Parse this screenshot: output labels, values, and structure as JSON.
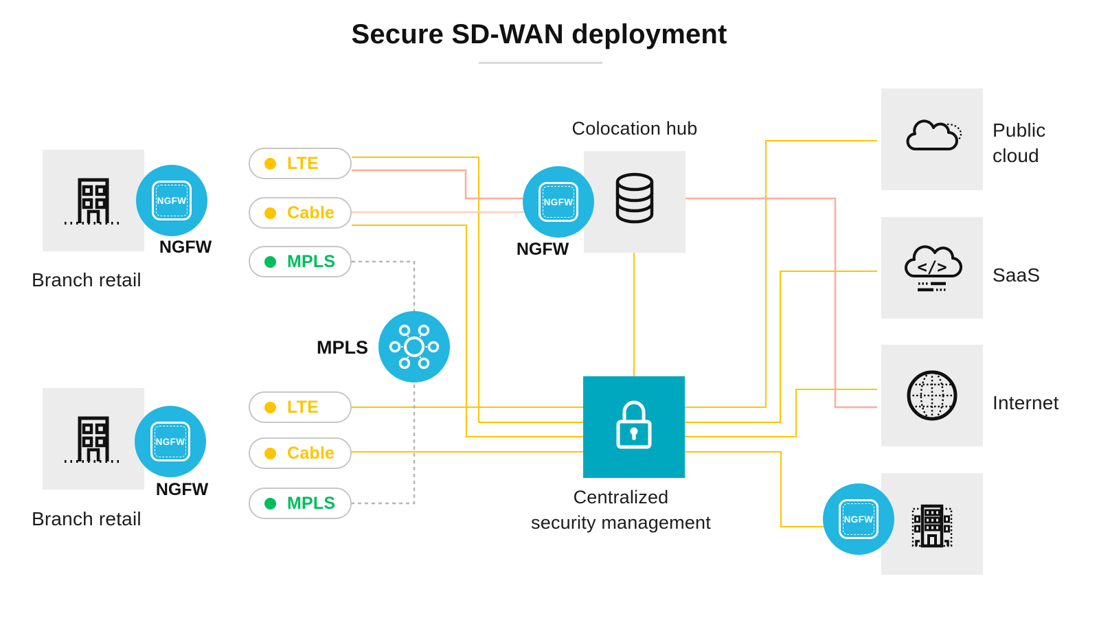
{
  "title": "Secure SD-WAN deployment",
  "colors": {
    "cyan": "#22b6e0",
    "teal": "#00a8bf",
    "yellow": "#fdc500",
    "salmon_dark": "#ffab9a",
    "salmon_light": "#ffcebe",
    "green": "#00bd5d",
    "gray_box": "#ececec",
    "dash_gray": "#b5b5b5",
    "ink": "#111111"
  },
  "branch1": {
    "label": "Branch retail",
    "ngfw_caption": "NGFW",
    "badge_text": "NGFW"
  },
  "branch2": {
    "label": "Branch retail",
    "ngfw_caption": "NGFW",
    "badge_text": "NGFW"
  },
  "mpls_cloud": {
    "label": "MPLS"
  },
  "colocation": {
    "label": "Colocation hub",
    "ngfw_caption": "NGFW",
    "badge_text": "NGFW"
  },
  "security": {
    "label_line1": "Centralized",
    "label_line2": "security management"
  },
  "public_cloud": {
    "label_line1": "Public",
    "label_line2": "cloud"
  },
  "saas": {
    "label": "SaaS",
    "icon_glyph": "</>"
  },
  "internet": {
    "label": "Internet"
  },
  "datacenter": {
    "badge_text": "NGFW"
  },
  "wan_links": [
    {
      "items": [
        {
          "label": "LTE",
          "color": "#fdc500"
        },
        {
          "label": "Cable",
          "color": "#fdc500"
        },
        {
          "label": "MPLS",
          "color": "#00bd5d"
        }
      ]
    },
    {
      "items": [
        {
          "label": "LTE",
          "color": "#fdc500"
        },
        {
          "label": "Cable",
          "color": "#fdc500"
        },
        {
          "label": "MPLS",
          "color": "#00bd5d"
        }
      ]
    }
  ]
}
